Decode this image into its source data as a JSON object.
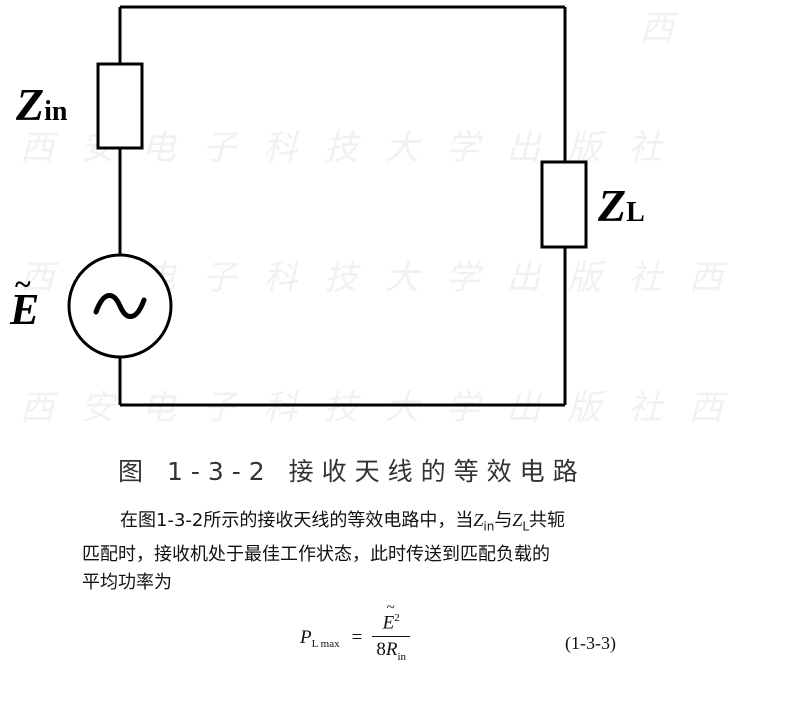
{
  "watermark": {
    "row1": "西",
    "row2": "西 安 电 子 科 技 大 学 出 版 社",
    "row3": "西 安 电 子 科 技 大 学 出 版 社 西",
    "row4": "西 安 电 子 科 技 大 学 出 版 社 西"
  },
  "circuit": {
    "zin_main": "Z",
    "zin_sub": "in",
    "zl_main": "Z",
    "zl_sub": "L",
    "e_main": "E",
    "e_tilde": "~",
    "source_symbol": "~"
  },
  "caption": "图 1-3-2 接收天线的等效电路",
  "paragraph": {
    "p1_a": "在图1-3-2所示的接收天线的等效电路中，当",
    "p1_zin": "Z",
    "p1_zin_sub": "in",
    "p1_b": "与",
    "p1_zl": "Z",
    "p1_zl_sub": "L",
    "p1_c": "共轭",
    "line2": "匹配时，接收机处于最佳工作状态，此时传送到匹配负载的",
    "line3": "平均功率为"
  },
  "formula": {
    "P": "P",
    "P_sub": "L max",
    "eq": "=",
    "num_E": "E",
    "num_tilde": "~",
    "num_sup": "2",
    "den_8": "8",
    "den_R": "R",
    "den_sub": "in",
    "number": "(1-3-3)"
  }
}
